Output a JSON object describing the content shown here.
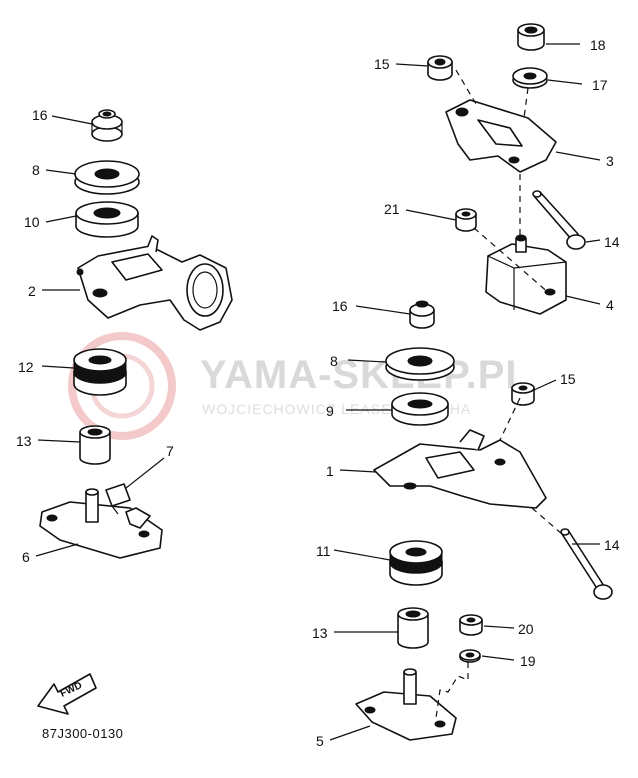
{
  "watermark": {
    "main": "YAMA-SKLEP.PL",
    "sub": "WOJCIECHOWICZ LEASER YAMAHA"
  },
  "diagram_code": "87J300-0130",
  "fwd_label": "FWD",
  "callouts": {
    "c1": "1",
    "c2": "2",
    "c3": "3",
    "c4": "4",
    "c5": "5",
    "c6": "6",
    "c7": "7",
    "c8_left": "8",
    "c8_right": "8",
    "c9": "9",
    "c10": "10",
    "c11": "11",
    "c12": "12",
    "c13_left": "13",
    "c13_right": "13",
    "c14_top": "14",
    "c14_bottom": "14",
    "c15_top": "15",
    "c15_mid": "15",
    "c16_left": "16",
    "c16_right": "16",
    "c17": "17",
    "c18": "18",
    "c19": "19",
    "c20": "20",
    "c21": "21"
  }
}
